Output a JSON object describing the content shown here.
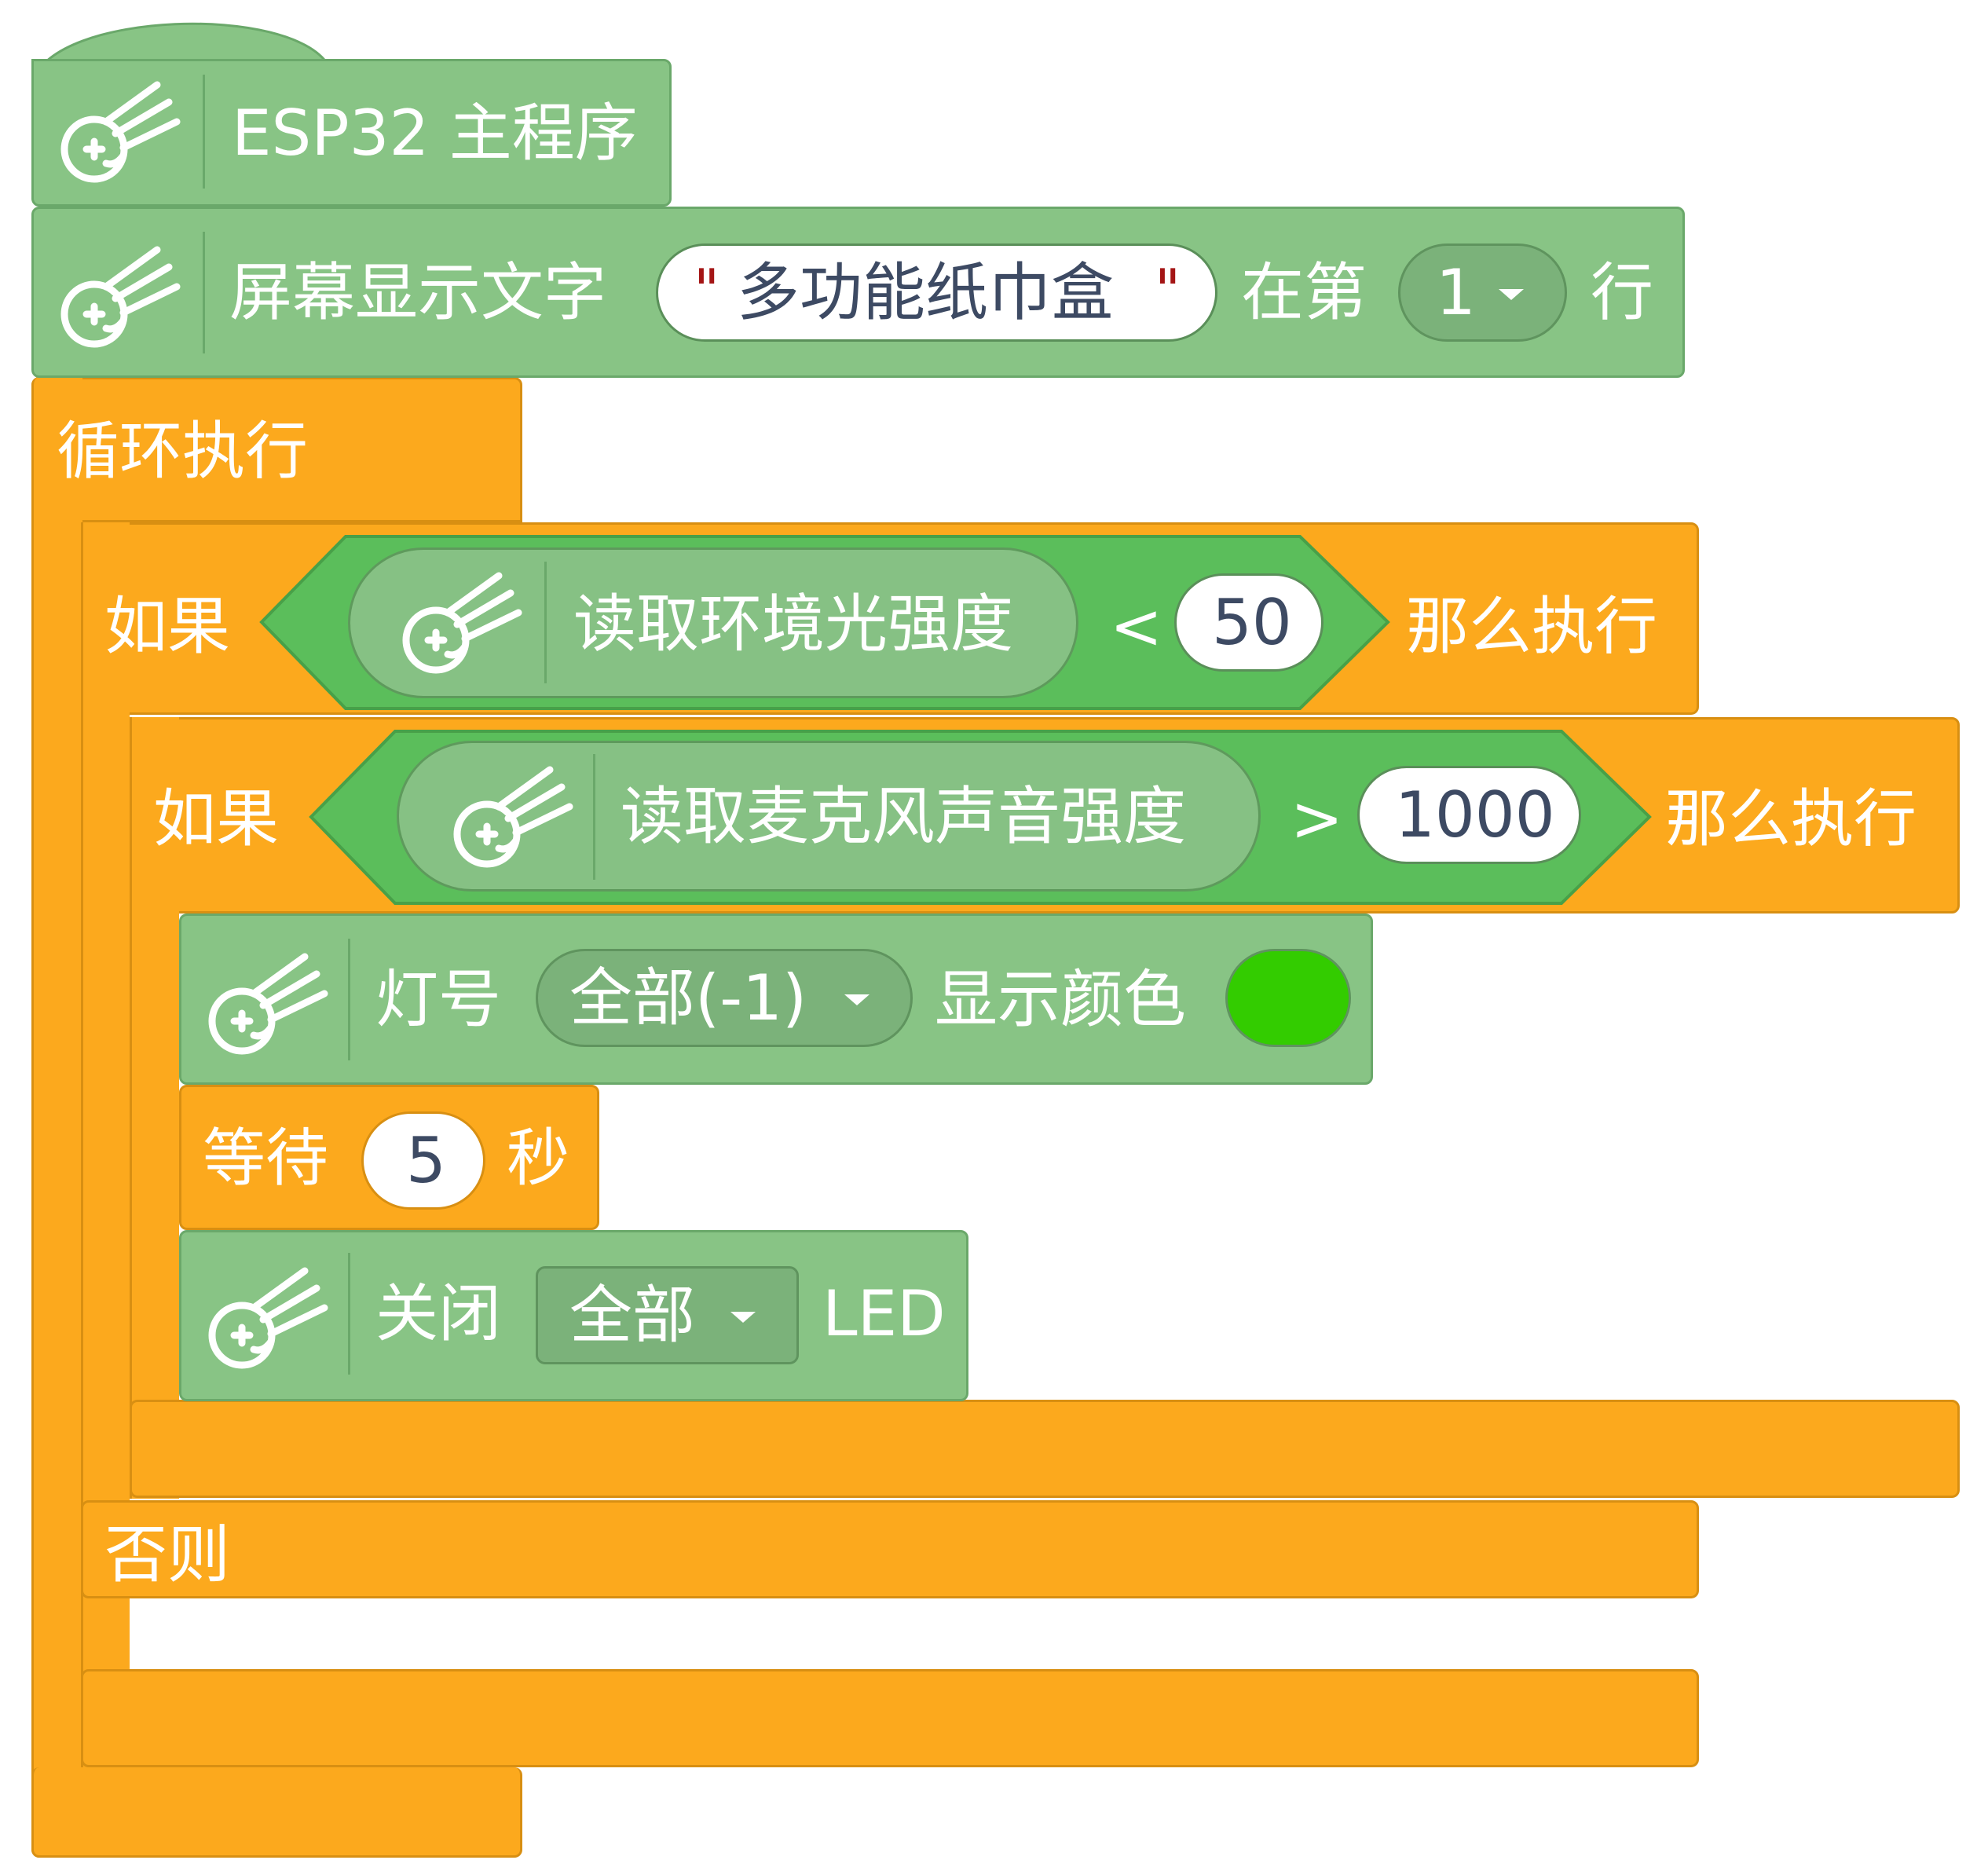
{
  "program": {
    "hat_label": "ESP32 主程序",
    "display": {
      "label": "屏幕显示文字",
      "text_value": "多功能纸巾盒",
      "at_label": "在第",
      "row_value": "1",
      "row_suffix": "行"
    },
    "loop": {
      "label": "循环执行",
      "if_outer": {
        "if_label": "如果",
        "sensor_label": "读取环境光强度",
        "operator": "<",
        "compare_value": "50",
        "then_label": "那么执行",
        "if_inner": {
          "if_label": "如果",
          "sensor_label": "读取麦克风声音强度",
          "operator": ">",
          "compare_value": "1000",
          "then_label": "那么执行",
          "led_color": {
            "label": "灯号",
            "led_value": "全部(-1)",
            "color_label": "显示颜色",
            "color_value": "#33cc00"
          },
          "wait": {
            "label": "等待",
            "seconds": "5",
            "unit": "秒"
          },
          "led_off": {
            "label": "关闭",
            "led_value": "全部",
            "suffix": "LED"
          }
        },
        "else_label": "否则"
      }
    }
  },
  "icons": {
    "extension_icon": "comet-face-icon",
    "dropdown_icon": "chevron-down-icon"
  },
  "colors": {
    "green_block": "#88c485",
    "green_condition": "#5bbe5b",
    "orange_block": "#fca91d",
    "text_dark": "#3d4a63",
    "string_quote": "#a41515"
  }
}
